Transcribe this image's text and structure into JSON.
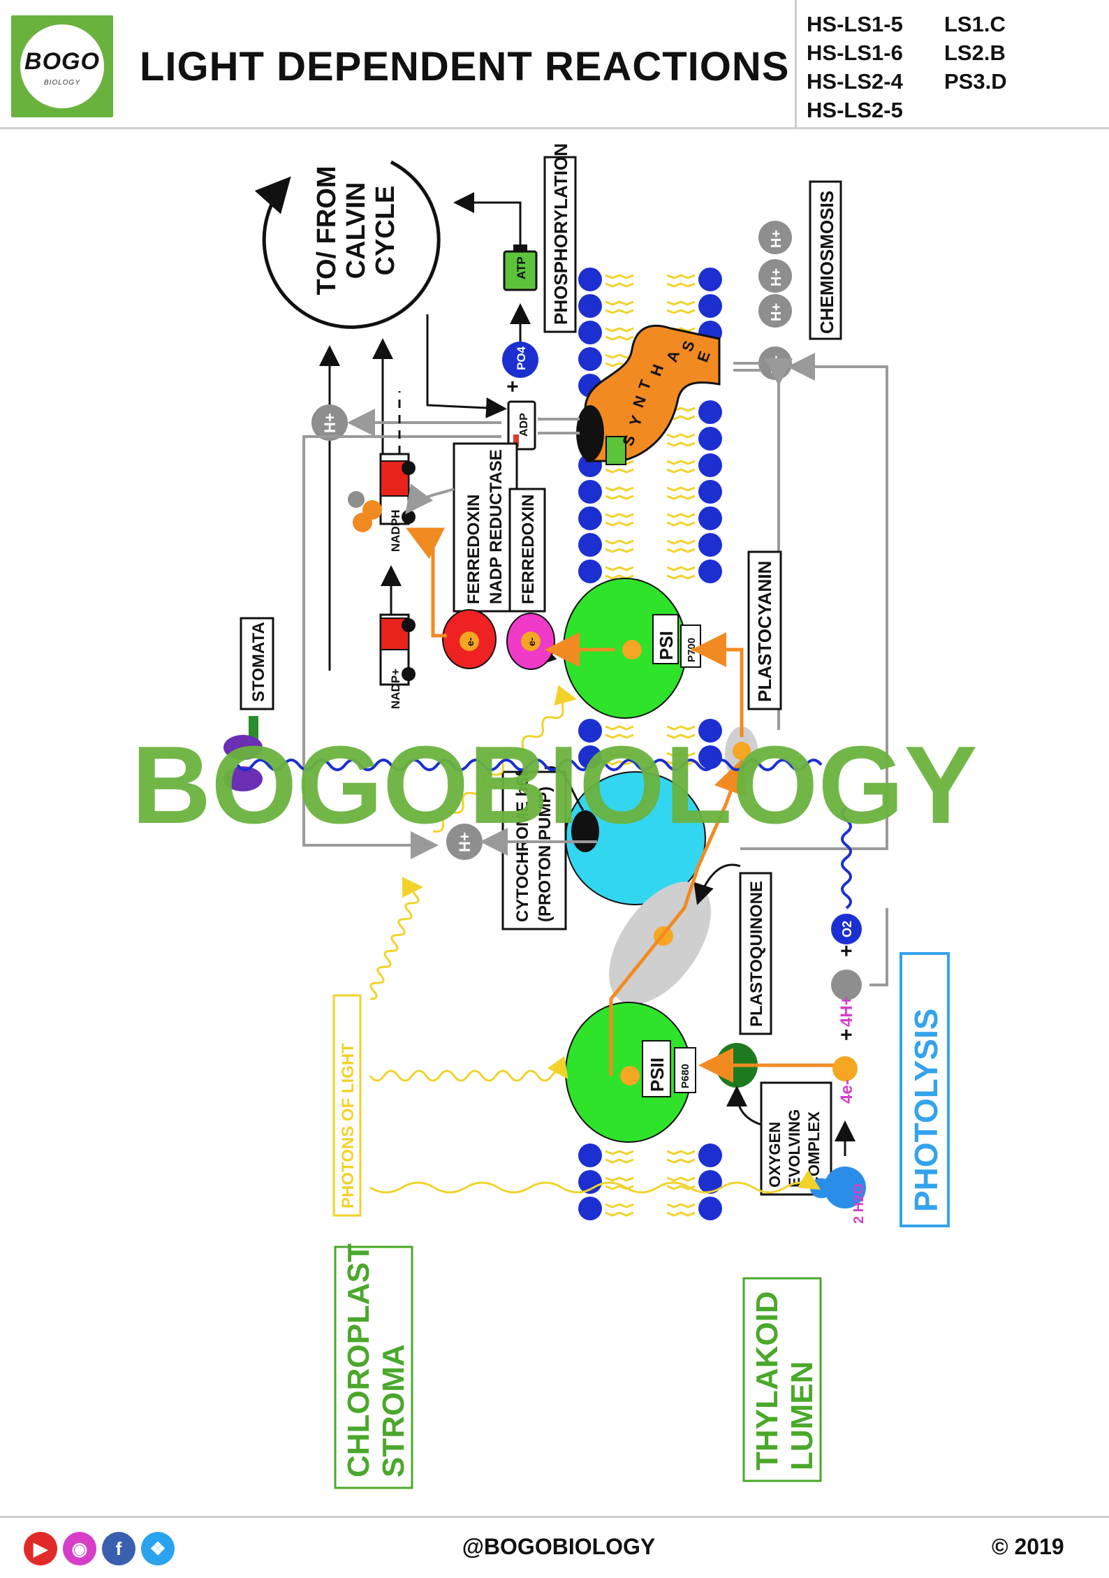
{
  "header": {
    "logo_text": "BOGO",
    "logo_sub": "BIOLOGY",
    "title": "LIGHT DEPENDENT REACTIONS",
    "standards_col1": [
      "HS-LS1-5",
      "HS-LS1-6",
      "HS-LS2-4",
      "HS-LS2-5"
    ],
    "standards_col2": [
      "LS1.C",
      "LS2.B",
      "PS3.D"
    ]
  },
  "diagram": {
    "calvin_cycle": [
      "TO/ FROM",
      "CALVIN",
      "CYCLE"
    ],
    "phosphorylation": "PHOSPHORYLATION",
    "chemiosmosis": "CHEMIOSMOSIS",
    "atp": "ATP",
    "adp": "ADP",
    "po4": "PO4",
    "synthase_letters": [
      "S",
      "Y",
      "N",
      "T",
      "H",
      "A",
      "S",
      "E"
    ],
    "hplus": "H+",
    "nadph": "NADPH",
    "nadp": "NADP+",
    "electron": "e-",
    "ferredoxin_reductase": [
      "FERREDOXIN",
      "NADP REDUCTASE"
    ],
    "ferredoxin": "FERREDOXIN",
    "psi": "PSI",
    "p700": "P700",
    "psii": "PSII",
    "p680": "P680",
    "plastocyanin": "PLASTOCYANIN",
    "stomata": "STOMATA",
    "cytochrome": [
      "CYTOCHROME b6f",
      "(PROTON PUMP)"
    ],
    "plastoquinone": "PLASTOQUINONE",
    "oxygen_evolving": [
      "OXYGEN",
      "EVOLVING",
      "COMPLEX"
    ],
    "photons": "PHOTONS OF LIGHT",
    "photolysis": "PHOTOLYSIS",
    "water": "2 H2O",
    "four_e": "4e-",
    "four_h": "4H+",
    "o2": "O2",
    "stroma": [
      "CHLOROPLAST",
      "STROMA"
    ],
    "lumen": [
      "THYLAKOID",
      "LUMEN"
    ],
    "watermark": "BOGOBIOLOGY"
  },
  "colors": {
    "brand_green": "#6ab23e",
    "membrane_blue": "#1c2fd1",
    "lipid_yellow": "#f2d22a",
    "photosystem_green": "#22e12a",
    "cytochrome_cyan": "#33d6f0",
    "synthase_orange": "#f28a22",
    "electron_path": "#f28a22",
    "light_yellow": "#f2d22a",
    "photolysis_blue": "#33a3ee"
  },
  "footer": {
    "handle": "@BOGOBIOLOGY",
    "copyright": "© 2019",
    "social_icons": [
      "youtube-icon",
      "instagram-icon",
      "facebook-icon",
      "twitter-icon"
    ]
  }
}
